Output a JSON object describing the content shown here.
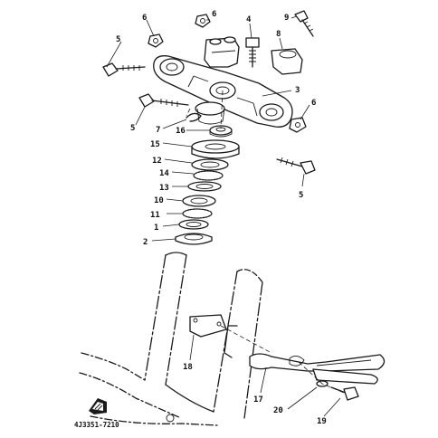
{
  "diagram": {
    "part_code": "4J3351-7210",
    "callouts": [
      {
        "id": "c1",
        "text": "6"
      },
      {
        "id": "c2",
        "text": "6"
      },
      {
        "id": "c3",
        "text": "4"
      },
      {
        "id": "c4",
        "text": "9"
      },
      {
        "id": "c5",
        "text": "5"
      },
      {
        "id": "c6",
        "text": "8"
      },
      {
        "id": "c7",
        "text": "3"
      },
      {
        "id": "c8",
        "text": "5"
      },
      {
        "id": "c9",
        "text": "7"
      },
      {
        "id": "c10",
        "text": "6"
      },
      {
        "id": "c11",
        "text": "16"
      },
      {
        "id": "c12",
        "text": "15"
      },
      {
        "id": "c13",
        "text": "12"
      },
      {
        "id": "c14",
        "text": "14"
      },
      {
        "id": "c15",
        "text": "13"
      },
      {
        "id": "c16",
        "text": "10"
      },
      {
        "id": "c17",
        "text": "11"
      },
      {
        "id": "c18",
        "text": "1"
      },
      {
        "id": "c19",
        "text": "2"
      },
      {
        "id": "c20",
        "text": "5"
      },
      {
        "id": "c21",
        "text": "18"
      },
      {
        "id": "c22",
        "text": "17"
      },
      {
        "id": "c23",
        "text": "20"
      },
      {
        "id": "c24",
        "text": "19"
      }
    ]
  }
}
